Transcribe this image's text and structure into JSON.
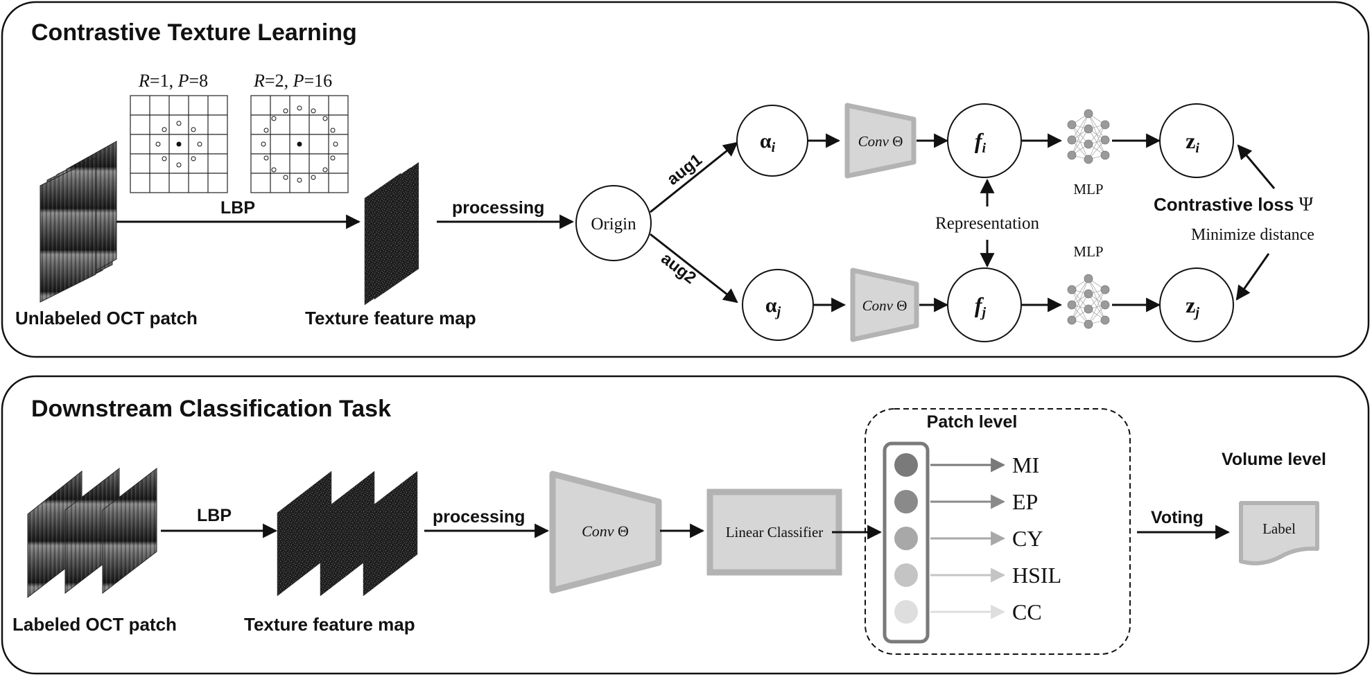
{
  "top_panel": {
    "title": "Contrastive Texture Learning",
    "input_caption": "Unlabeled OCT patch",
    "lbp_arrow_label": "LBP",
    "texture_caption": "Texture feature map",
    "processing_label": "processing",
    "origin_label": "Origin",
    "aug1_label": "aug1",
    "aug2_label": "aug2",
    "lbp_grid_1": {
      "R": "1",
      "P": "8"
    },
    "lbp_grid_2": {
      "R": "2",
      "P": "16"
    },
    "alpha_symbol": "α",
    "alpha_i_sub": "i",
    "alpha_j_sub": "j",
    "conv_label": "Conv",
    "theta_symbol": "Θ",
    "f_symbol": "f",
    "f_i_sub": "i",
    "f_j_sub": "j",
    "z_symbol": "z",
    "z_i_sub": "i",
    "z_j_sub": "j",
    "mlp_label": "MLP",
    "representation_label": "Representation",
    "contrastive_loss_label": "Contrastive loss",
    "psi_symbol": "Ψ",
    "minimize_label": "Minimize distance"
  },
  "bottom_panel": {
    "title": "Downstream Classification Task",
    "input_caption": "Labeled OCT patch",
    "lbp_arrow_label": "LBP",
    "texture_caption": "Texture feature map",
    "processing_label": "processing",
    "conv_label": "Conv",
    "theta_symbol": "Θ",
    "classifier_label": "Linear Classifier",
    "patch_level_label": "Patch level",
    "classes": [
      {
        "label": "MI",
        "color": "#7a7a7a"
      },
      {
        "label": "EP",
        "color": "#8a8a8a"
      },
      {
        "label": "CY",
        "color": "#a8a8a8"
      },
      {
        "label": "HSIL",
        "color": "#c4c4c4"
      },
      {
        "label": "CC",
        "color": "#dedede"
      }
    ],
    "voting_label": "Voting",
    "volume_level_label": "Volume level",
    "output_label": "Label"
  },
  "colors": {
    "trapezoid_fill": "#d6d6d6",
    "trapezoid_stroke": "#b3b3b3",
    "node_stroke": "#111111"
  }
}
